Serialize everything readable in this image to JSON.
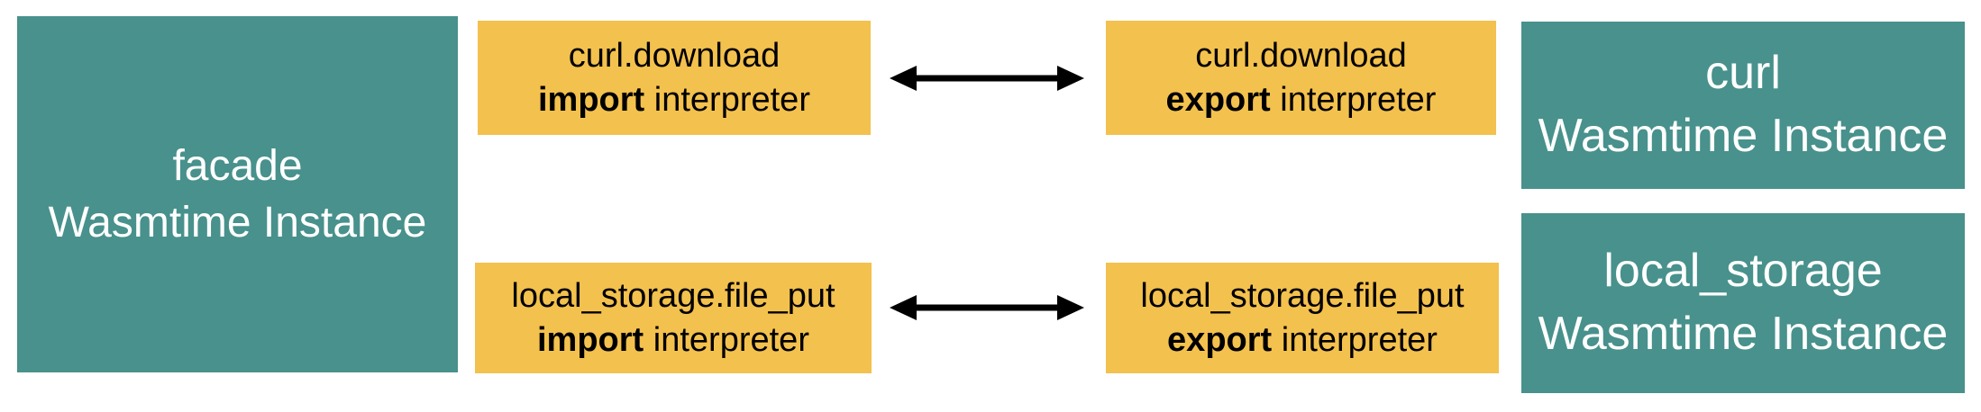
{
  "diagram": {
    "background_color": "#ffffff",
    "colors": {
      "instance_box": "#48918C",
      "interpreter_box": "#F3C14D",
      "arrow": "#000000",
      "instance_text": "#ffffff",
      "interpreter_text": "#000000"
    },
    "facade": {
      "name": "facade",
      "type": "Wasmtime Instance"
    },
    "rows": [
      {
        "import_box": {
          "function": "curl.download",
          "keyword": "import",
          "label": "interpreter"
        },
        "export_box": {
          "function": "curl.download",
          "keyword": "export",
          "label": "interpreter"
        },
        "instance": {
          "name": "curl",
          "type": "Wasmtime Instance"
        }
      },
      {
        "import_box": {
          "function": "local_storage.file_put",
          "keyword": "import",
          "label": "interpreter"
        },
        "export_box": {
          "function": "local_storage.file_put",
          "keyword": "export",
          "label": "interpreter"
        },
        "instance": {
          "name": "local_storage",
          "type": "Wasmtime Instance"
        }
      }
    ]
  }
}
